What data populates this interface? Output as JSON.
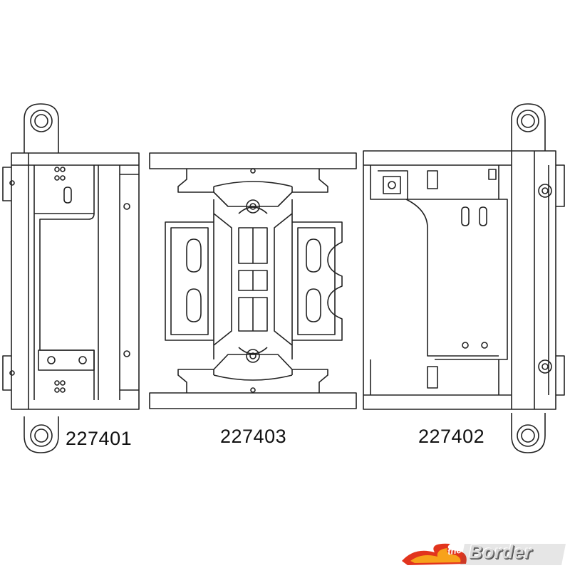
{
  "parts": {
    "left": {
      "number": "227401"
    },
    "center": {
      "number": "227403"
    },
    "right": {
      "number": "227402"
    }
  },
  "logo": {
    "lettering": "the Border",
    "colors": {
      "flame_outer": "#e2341d",
      "flame_inner": "#f7a21b",
      "text": "#d9d9d9"
    }
  },
  "colors": {
    "line": "#222222",
    "background": "#ffffff"
  }
}
